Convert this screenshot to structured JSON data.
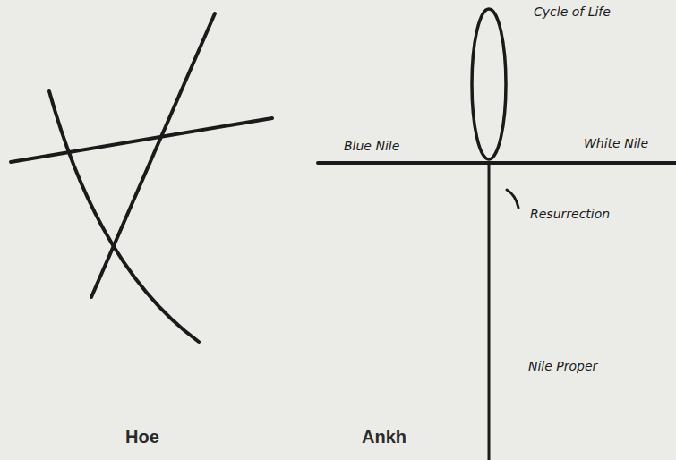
{
  "diagram": {
    "labels": [
      "Cycle of Life",
      "Blue Nile",
      "White Nile",
      "Resurrection",
      "Nile Proper",
      "Hoe",
      "Ankh"
    ]
  }
}
